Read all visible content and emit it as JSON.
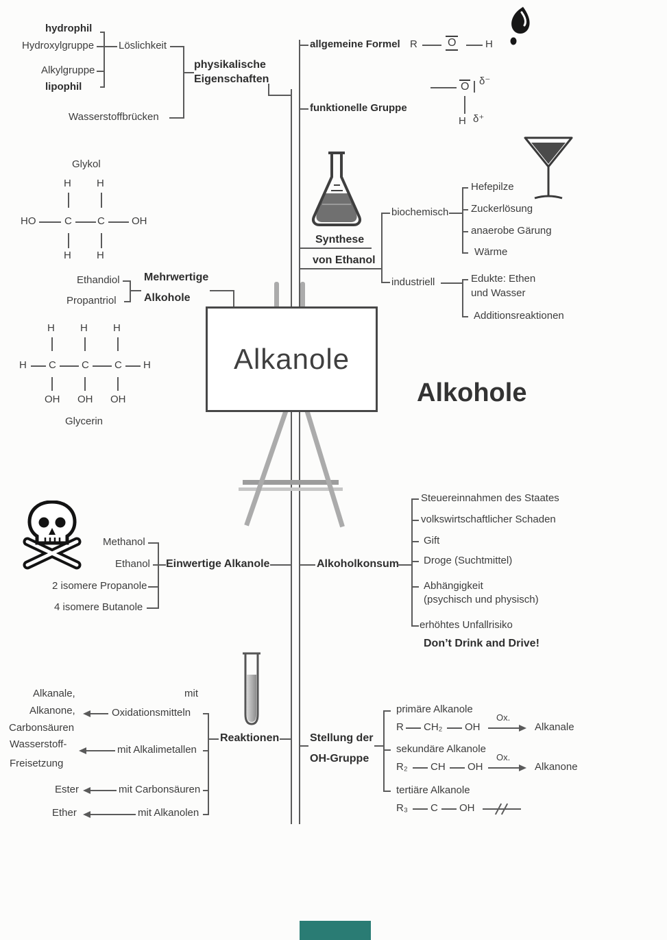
{
  "colors": {
    "accent_teal": "#2A7C74",
    "line_gray": "#5a5a5a",
    "text": "#3c3c3c"
  },
  "atoms": {
    "h": "H",
    "c": "C",
    "o": "O",
    "r": "R",
    "oh": "OH",
    "ho": "HO"
  },
  "center": {
    "title": "Alkanole",
    "heading": "Alkohole"
  },
  "formel": {
    "label": "allgemeine Formel"
  },
  "funktionelle": {
    "label": "funktionelle Gruppe",
    "delta_minus": "δ⁻",
    "delta_plus": "δ⁺"
  },
  "physik": {
    "hydrophil": "hydrophil",
    "hydroxylgruppe": "Hydroxylgruppe",
    "loeslichkeit": "Löslichkeit",
    "alkylgruppe": "Alkylgruppe",
    "lipophil": "lipophil",
    "label1": "physikalische",
    "label2": "Eigenschaften",
    "wasserstoffbruecken": "Wasserstoffbrücken"
  },
  "glykol": {
    "title": "Glykol"
  },
  "glycerin": {
    "title": "Glycerin"
  },
  "mehrwertig": {
    "label1": "Mehrwertige",
    "label2": "Alkohole",
    "children": [
      "Ethandiol",
      "Propantriol"
    ]
  },
  "einwertig": {
    "label": "Einwertige Alkanole",
    "children": [
      "Methanol",
      "Ethanol",
      "2 isomere Propanole",
      "4 isomere Butanole"
    ]
  },
  "synthese": {
    "label1": "Synthese",
    "label2": "von Ethanol",
    "biochemisch": "biochemisch",
    "bio_children": [
      "Hefepilze",
      "Zuckerlösung",
      "anaerobe Gärung",
      "Wärme"
    ],
    "industriell": "industriell",
    "ind_child1a": "Edukte: Ethen",
    "ind_child1b": "und Wasser",
    "ind_child2": "Additionsreaktionen"
  },
  "konsum": {
    "label": "Alkoholkonsum",
    "children": [
      "Steuereinnahmen des Staates",
      "volkswirtschaftlicher Schaden",
      "Gift",
      "Droge (Suchtmittel)",
      "Abhängigkeit",
      "(psychisch und physisch)",
      "erhöhtes Unfallrisiko"
    ],
    "slogan": "Don’t Drink and Drive!"
  },
  "reaktionen": {
    "label": "Reaktionen",
    "mit": "mit",
    "oxidationsmitteln": "Oxidationsmitteln",
    "prod1": [
      "Alkanale,",
      "Alkanone,",
      "Carbonsäuren"
    ],
    "alkalimetallen": "mit Alkalimetallen",
    "prod2a": "Wasserstoff-",
    "prod2b": "Freisetzung",
    "carbonsaeuren": "mit Carbonsäuren",
    "prod3": "Ester",
    "alkanolen": "mit Alkanolen",
    "prod4": "Ether"
  },
  "stellung": {
    "label1": "Stellung der",
    "label2": "OH-Gruppe",
    "prim": "primäre Alkanole",
    "sek": "sekundäre Alkanole",
    "tert": "tertiäre Alkanole",
    "ch2": "CH₂",
    "ch": "CH",
    "r2": "R₂",
    "r3": "R₃",
    "ox": "Ox.",
    "alkanale": "Alkanale",
    "alkanone": "Alkanone"
  },
  "icons": [
    "drop-icon",
    "erlenmeyer-flask-icon",
    "cocktail-glass-icon",
    "skull-crossbones-icon",
    "test-tube-icon",
    "easel"
  ]
}
